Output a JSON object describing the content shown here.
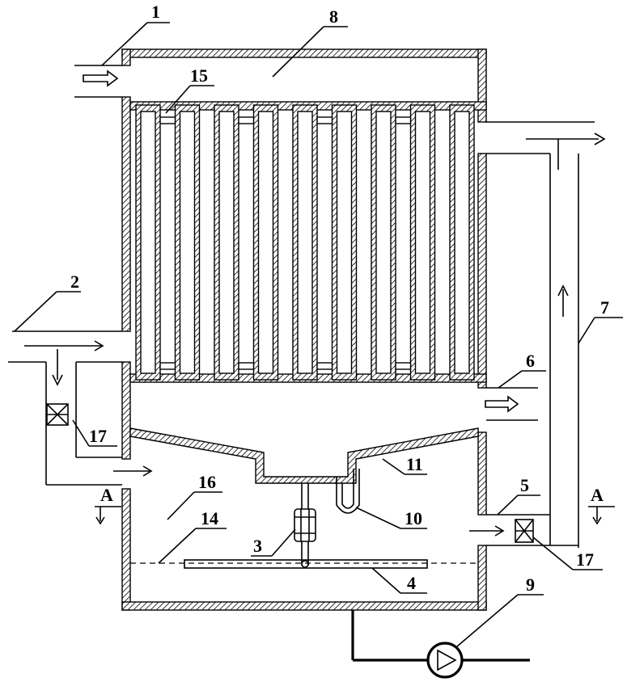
{
  "diagram": {
    "callouts": [
      {
        "id": "c1",
        "text": "1"
      },
      {
        "id": "c2",
        "text": "2"
      },
      {
        "id": "c3",
        "text": "3"
      },
      {
        "id": "c4",
        "text": "4"
      },
      {
        "id": "c5",
        "text": "5"
      },
      {
        "id": "c6",
        "text": "6"
      },
      {
        "id": "c7",
        "text": "7"
      },
      {
        "id": "c8",
        "text": "8"
      },
      {
        "id": "c9",
        "text": "9"
      },
      {
        "id": "c10",
        "text": "10"
      },
      {
        "id": "c11",
        "text": "11"
      },
      {
        "id": "c14",
        "text": "14"
      },
      {
        "id": "c15",
        "text": "15"
      },
      {
        "id": "c16",
        "text": "16"
      },
      {
        "id": "c17a",
        "text": "17"
      },
      {
        "id": "c17b",
        "text": "17"
      }
    ],
    "section_marks": {
      "left": "A",
      "right": "A"
    },
    "tube_count": 9,
    "line_color": "#000000"
  }
}
